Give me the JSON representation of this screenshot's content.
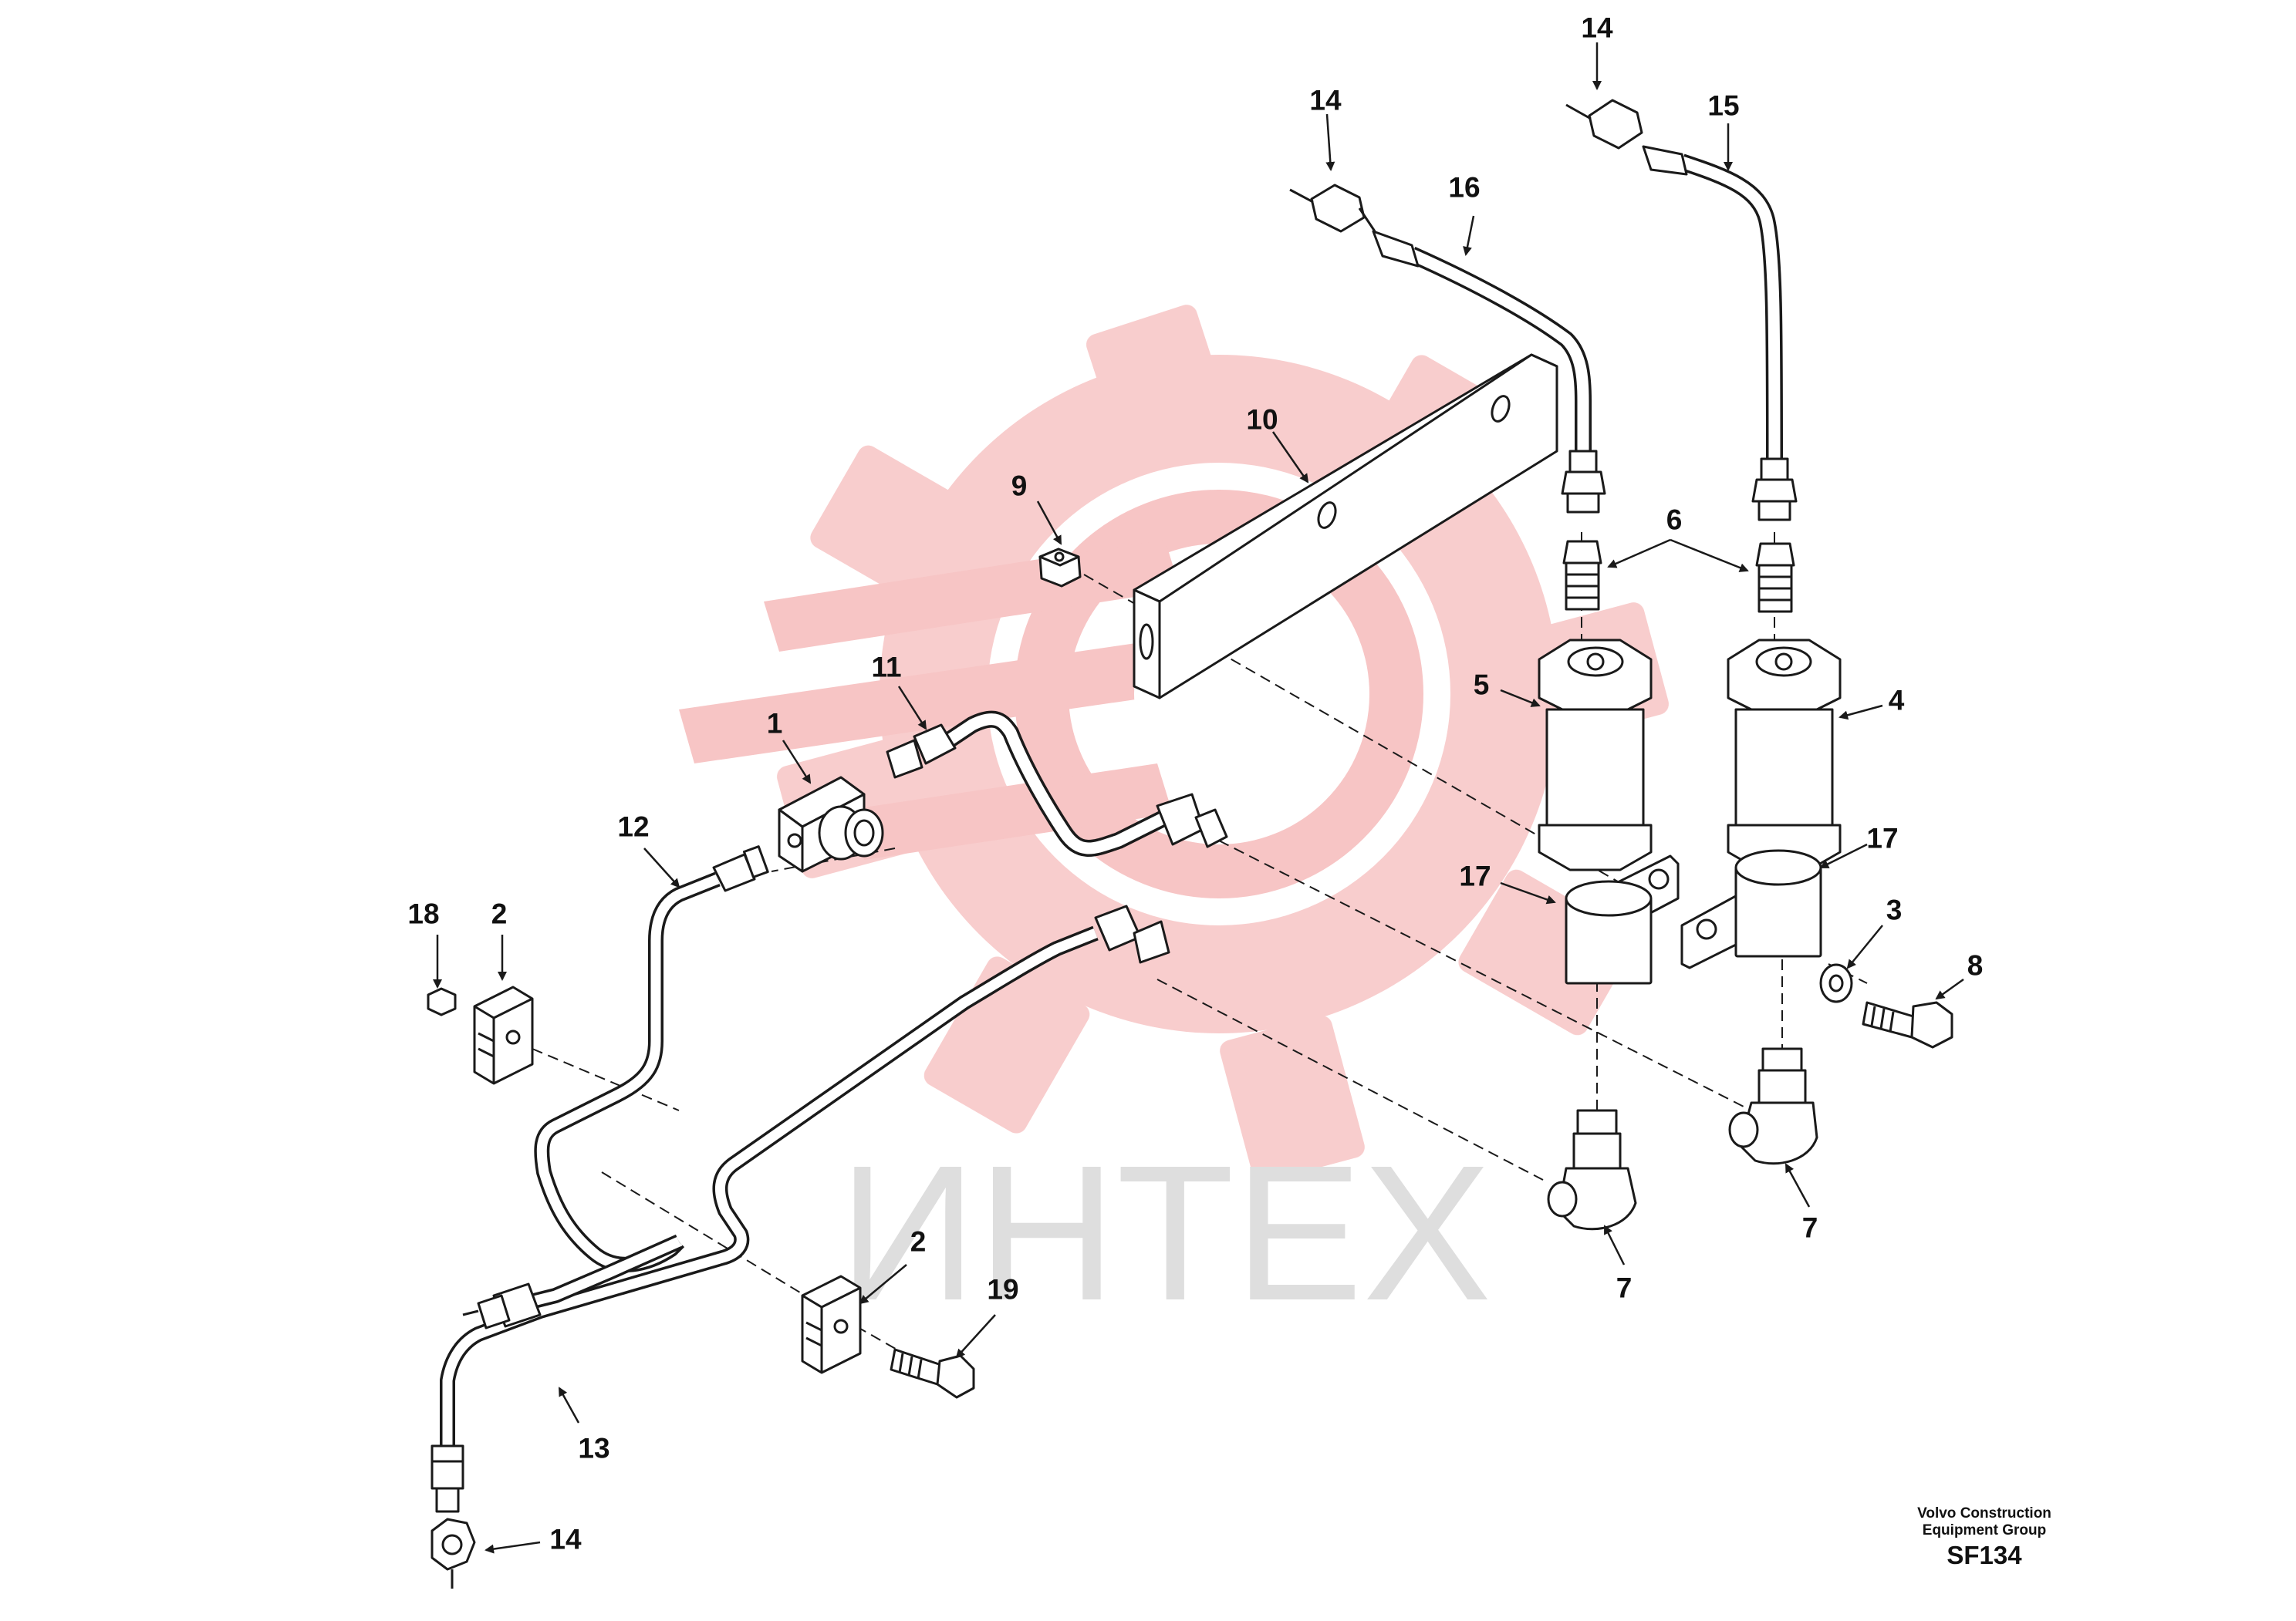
{
  "diagram": {
    "watermark_text": "ИНТЕХ",
    "colors": {
      "line": "#1a1a1a",
      "part_fill": "#ffffff",
      "watermark_red": "#f7c5c5",
      "watermark_gray": "#dedede"
    },
    "footer": {
      "company_line1": "Volvo Construction",
      "company_line2": "Equipment Group",
      "code": "SF134"
    },
    "callouts": [
      {
        "id": "c1",
        "label": "1"
      },
      {
        "id": "c2a",
        "label": "2"
      },
      {
        "id": "c2b",
        "label": "2"
      },
      {
        "id": "c3",
        "label": "3"
      },
      {
        "id": "c4",
        "label": "4"
      },
      {
        "id": "c5",
        "label": "5"
      },
      {
        "id": "c6",
        "label": "6"
      },
      {
        "id": "c7a",
        "label": "7"
      },
      {
        "id": "c7b",
        "label": "7"
      },
      {
        "id": "c8",
        "label": "8"
      },
      {
        "id": "c9",
        "label": "9"
      },
      {
        "id": "c10",
        "label": "10"
      },
      {
        "id": "c11",
        "label": "11"
      },
      {
        "id": "c12",
        "label": "12"
      },
      {
        "id": "c13",
        "label": "13"
      },
      {
        "id": "c14a",
        "label": "14"
      },
      {
        "id": "c14b",
        "label": "14"
      },
      {
        "id": "c14c",
        "label": "14"
      },
      {
        "id": "c15",
        "label": "15"
      },
      {
        "id": "c16",
        "label": "16"
      },
      {
        "id": "c17a",
        "label": "17"
      },
      {
        "id": "c17b",
        "label": "17"
      },
      {
        "id": "c18",
        "label": "18"
      },
      {
        "id": "c19",
        "label": "19"
      }
    ]
  }
}
